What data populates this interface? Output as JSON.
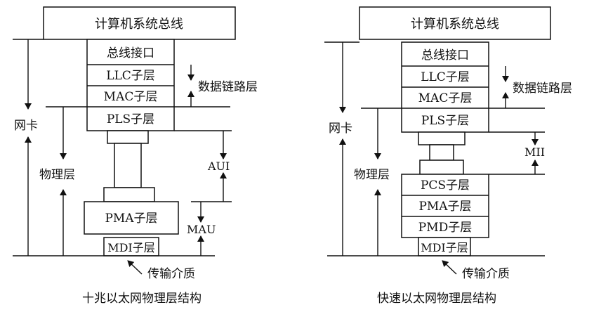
{
  "diagrams": [
    {
      "caption": "十兆以太网物理层结构",
      "bus": "计算机系统总线",
      "layers": [
        "总线接口",
        "LLC子层",
        "MAC子层",
        "PLS子层"
      ],
      "phy_layers": [
        "PMA子层"
      ],
      "mdi": "MDI子层",
      "interface": "AUI",
      "interface2": "MAU",
      "data_link": "数据链路层",
      "nic": "网卡",
      "physical": "物理层",
      "medium": "传输介质"
    },
    {
      "caption": "快速以太网物理层结构",
      "bus": "计算机系统总线",
      "layers": [
        "总线接口",
        "LLC子层",
        "MAC子层",
        "PLS子层"
      ],
      "phy_layers": [
        "PCS子层",
        "PMA子层",
        "PMD子层"
      ],
      "mdi": "MDI子层",
      "interface": "MII",
      "data_link": "数据链路层",
      "nic": "网卡",
      "physical": "物理层",
      "medium": "传输介质"
    }
  ],
  "colors": {
    "line": "#111111",
    "background": "#ffffff"
  }
}
